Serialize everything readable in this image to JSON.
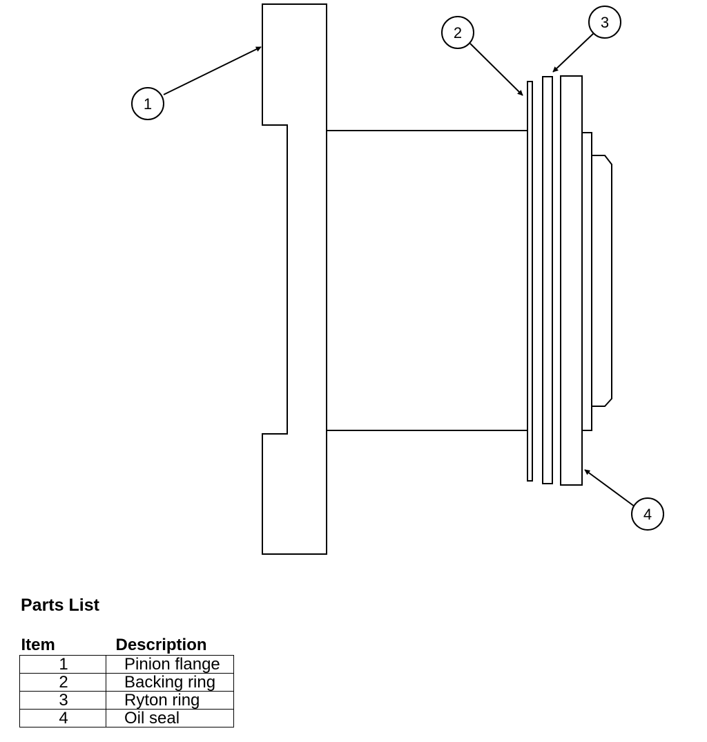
{
  "diagram": {
    "callouts": [
      {
        "label": "1"
      },
      {
        "label": "2"
      },
      {
        "label": "3"
      },
      {
        "label": "4"
      }
    ]
  },
  "legend": {
    "title": "Parts List",
    "headers": {
      "item": "Item",
      "description": "Description"
    },
    "rows": [
      {
        "item": "1",
        "description": "Pinion flange"
      },
      {
        "item": "2",
        "description": "Backing ring"
      },
      {
        "item": "3",
        "description": "Ryton ring"
      },
      {
        "item": "4",
        "description": "Oil seal"
      }
    ]
  }
}
